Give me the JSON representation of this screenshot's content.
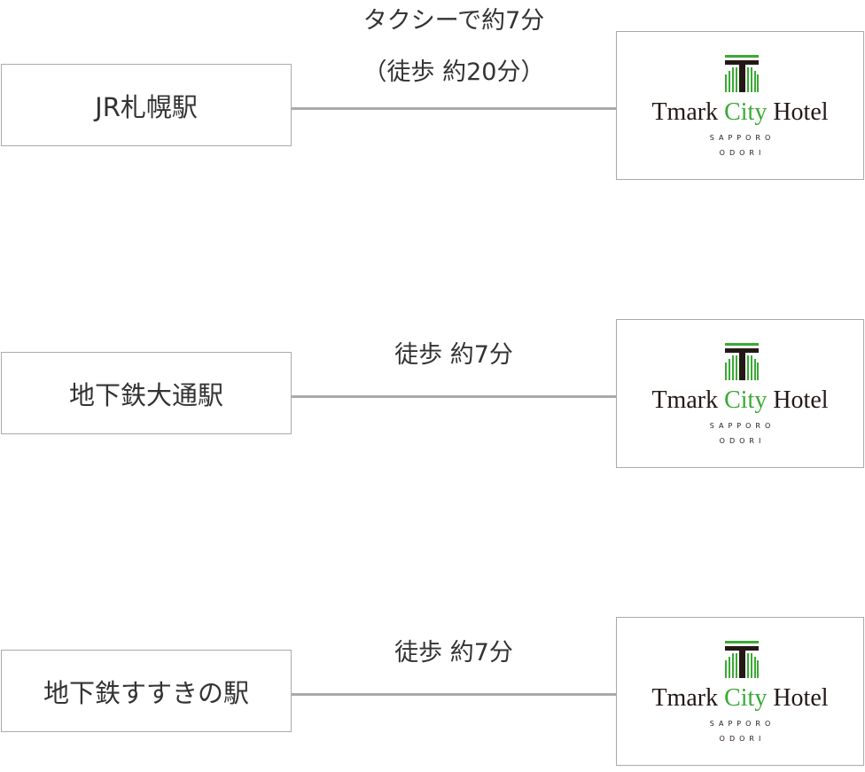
{
  "logo": {
    "part1": "Tmark",
    "part2": "City",
    "part3": "Hotel",
    "line1": "SAPPORO",
    "line2": "ODORI",
    "colors": {
      "green": "#3aaa35",
      "dark": "#231815"
    }
  },
  "rows": [
    {
      "station": "JR札幌駅",
      "route_line1": "タクシーで約7分",
      "route_line2": "（徒歩 約20分）"
    },
    {
      "station": "地下鉄大通駅",
      "route_line1": "徒歩 約7分"
    },
    {
      "station": "地下鉄すすきの駅",
      "route_line1": "徒歩 約7分"
    }
  ]
}
